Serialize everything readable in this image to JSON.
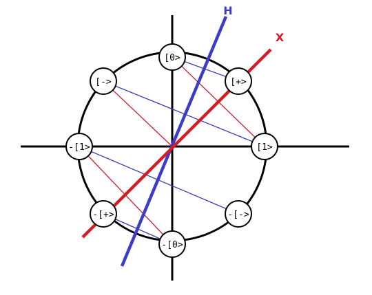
{
  "colors": {
    "background": "#ffffff",
    "ink": "#000000",
    "x_axis": "#d41c24",
    "h_axis": "#3c3cc8",
    "x_mapping": "#cc2030",
    "h_mapping": "#3a3ab8"
  },
  "axes": {
    "h_label": "H",
    "x_label": "X"
  },
  "nodes": {
    "zero": "[0>",
    "plus": "[+>",
    "one": "[1>",
    "neg_minus": "-[->",
    "neg_zero": "-[0>",
    "neg_plus": "-[+>",
    "neg_one": "-[1>",
    "minus": "[->"
  }
}
